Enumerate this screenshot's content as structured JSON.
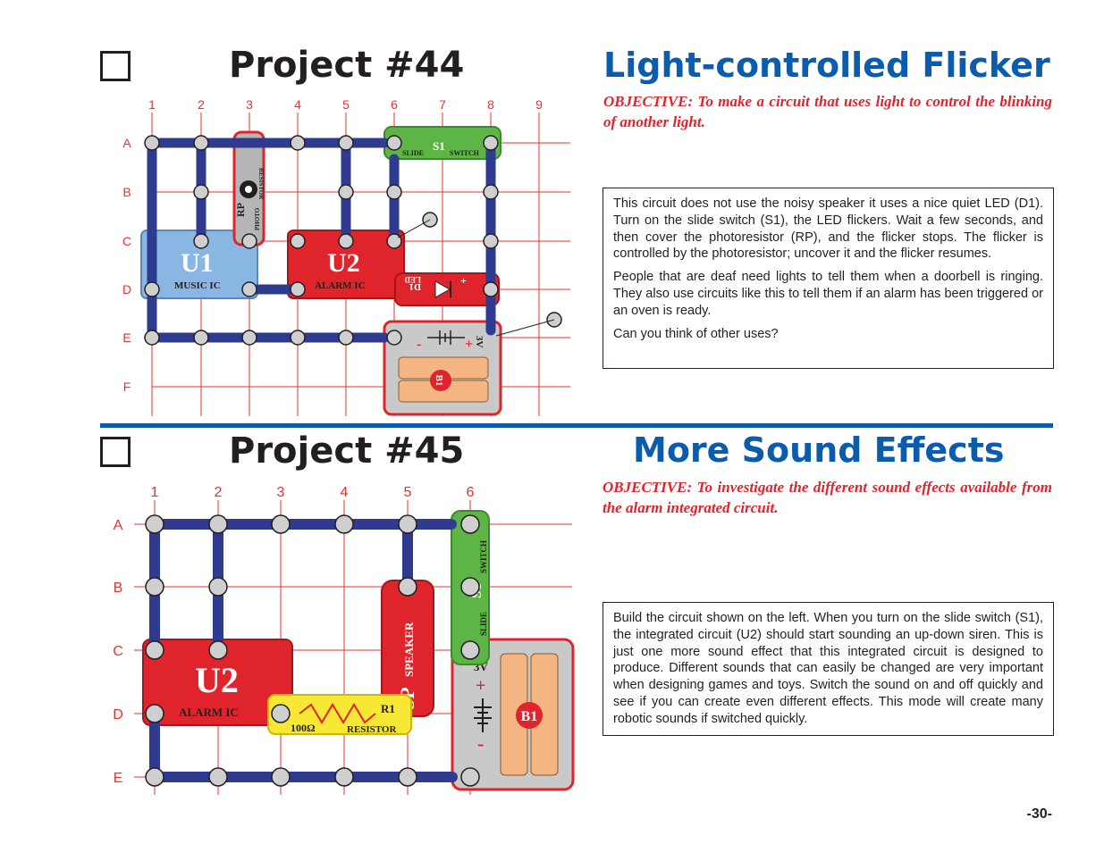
{
  "project44": {
    "title": "Project #44",
    "name": "Light-controlled Flicker",
    "objective": "OBJECTIVE:  To make a circuit that uses light to control the blinking of another light.",
    "description": [
      "This circuit does not use the noisy speaker it uses a nice quiet LED (D1).  Turn on the slide switch (S1), the LED flickers.  Wait a few seconds, and then cover the photoresistor (RP), and the flicker stops. The flicker is controlled by the photoresistor; uncover it and the flicker resumes.",
      "People that are deaf need lights to tell them when a doorbell is ringing.  They also use circuits like this to tell them if an alarm has been triggered or an oven is ready.",
      "Can you think of other uses?"
    ],
    "grid": {
      "cols": [
        "1",
        "2",
        "3",
        "4",
        "5",
        "6",
        "7",
        "8",
        "9"
      ],
      "rows": [
        "A",
        "B",
        "C",
        "D",
        "E",
        "F"
      ]
    },
    "parts": {
      "u1": "U1",
      "u1_sub": "MUSIC IC",
      "u2": "U2",
      "u2_sub": "ALARM IC",
      "s1": "S1",
      "s1_left": "SLIDE",
      "s1_right": "SWITCH",
      "rp": "RP",
      "rp_sub1": "PHOTO",
      "rp_sub2": "RESISTOR",
      "d1": "D1",
      "d1_sub": "LED",
      "d1_plus": "+",
      "b1": "B1",
      "b1_v": "3V",
      "b1_plus": "+",
      "b1_minus": "-"
    }
  },
  "project45": {
    "title": "Project #45",
    "name": "More Sound Effects",
    "objective": "OBJECTIVE:  To investigate the different sound effects available from the alarm integrated circuit.",
    "description": [
      "Build the circuit shown on the left.  When you turn on the slide switch (S1), the integrated circuit (U2) should start sounding an up-down siren.  This is just one more sound effect that this integrated circuit is designed to produce.  Different sounds that can easily be changed are very important when designing games and toys.  Switch the sound on and off quickly and see if you can create even different effects.  This mode will create many robotic sounds if switched quickly."
    ],
    "grid": {
      "cols": [
        "1",
        "2",
        "3",
        "4",
        "5",
        "6"
      ],
      "rows": [
        "A",
        "B",
        "C",
        "D",
        "E"
      ]
    },
    "parts": {
      "u2": "U2",
      "u2_sub": "ALARM IC",
      "s1": "S1",
      "s1_left": "SLIDE",
      "s1_right": "SWITCH",
      "sp": "SP",
      "sp_sub": "SPEAKER",
      "r1": "R1",
      "r1_value": "100Ω",
      "r1_sub": "RESISTOR",
      "b1": "B1",
      "b1_v": "3V",
      "b1_plus": "+",
      "b1_minus": "-"
    }
  },
  "page_number": "-30-",
  "colors": {
    "accent": "#0b5cad",
    "objective": "#e0242b",
    "wire": "#2e3b8f",
    "grid": "#e8322f"
  }
}
